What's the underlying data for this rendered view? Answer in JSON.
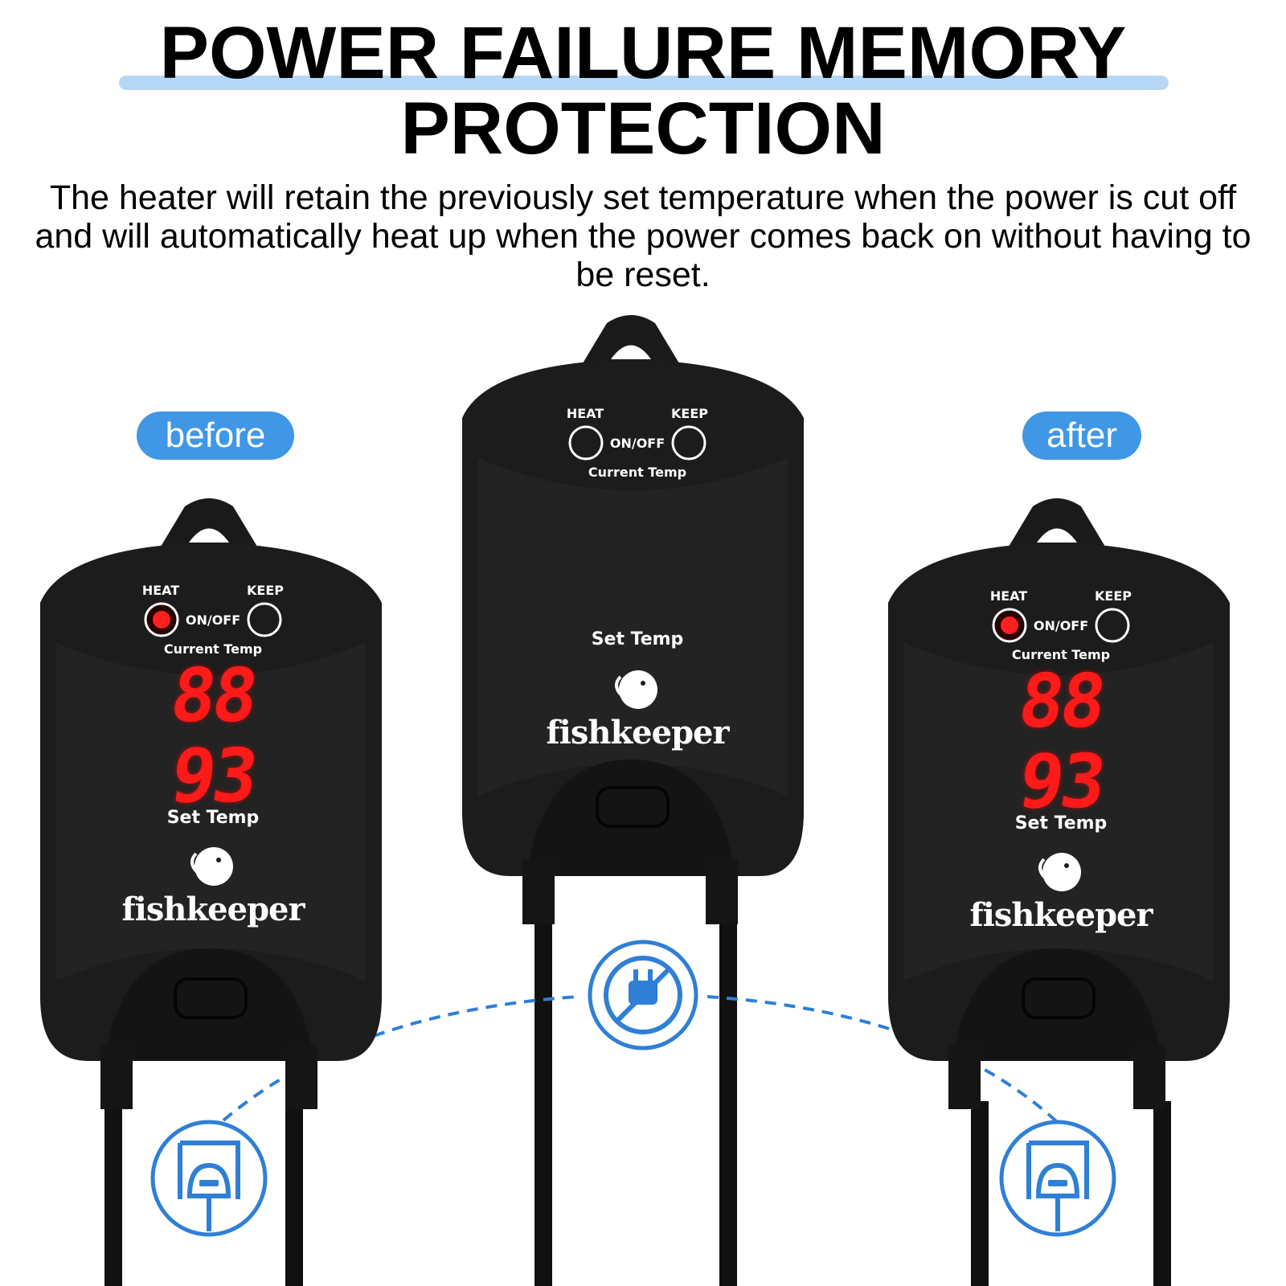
{
  "header": {
    "title_line1": "POWER FAILURE MEMORY",
    "title_line2": "PROTECTION",
    "description": "The heater will retain the previously set temperature when the power is cut off and will automatically heat up when the power comes back on without having to be reset."
  },
  "labels": {
    "before": "before",
    "after": "after"
  },
  "controller": {
    "heat": "HEAT",
    "keep": "KEEP",
    "on_off": "ON/OFF",
    "current_temp": "Current Temp",
    "set_temp": "Set Temp",
    "brand": "fishkeeper"
  },
  "devices": {
    "left": {
      "current": "88",
      "set": "93",
      "heat_led": "on"
    },
    "center": {
      "current": "",
      "set": "",
      "heat_led": "off"
    },
    "right": {
      "current": "88",
      "set": "93",
      "heat_led": "on"
    }
  },
  "colors": {
    "accent_blue": "#3f97e6",
    "underline_blue": "#b6d7f5",
    "led_red": "#ff1a1a",
    "device_black": "#1c1c1c"
  },
  "icons": [
    "power-outage-icon",
    "plug-icon-left",
    "plug-icon-right",
    "fish-logo-icon"
  ]
}
